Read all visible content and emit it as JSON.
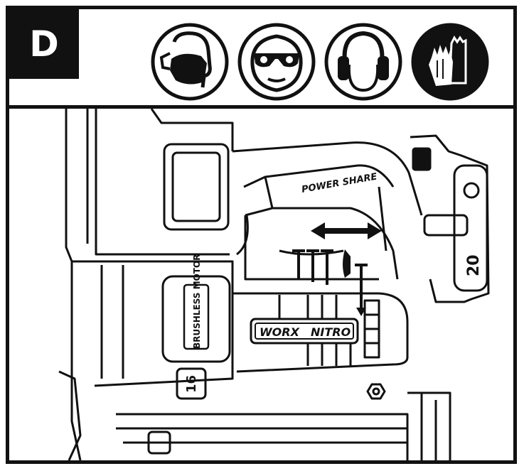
{
  "step_label": "D",
  "ppe_icons": [
    {
      "name": "dust-mask-icon"
    },
    {
      "name": "safety-glasses-icon"
    },
    {
      "name": "ear-protection-icon"
    },
    {
      "name": "gloves-icon"
    }
  ],
  "tool": {
    "power_share": "POWER SHARE",
    "motor_label": "BRUSHLESS MOTOR",
    "brand_worx": "WORX",
    "brand_nitro": "NITRO",
    "gauge": "16",
    "battery_volts": "20"
  },
  "colors": {
    "ink": "#111111",
    "paper": "#ffffff"
  }
}
